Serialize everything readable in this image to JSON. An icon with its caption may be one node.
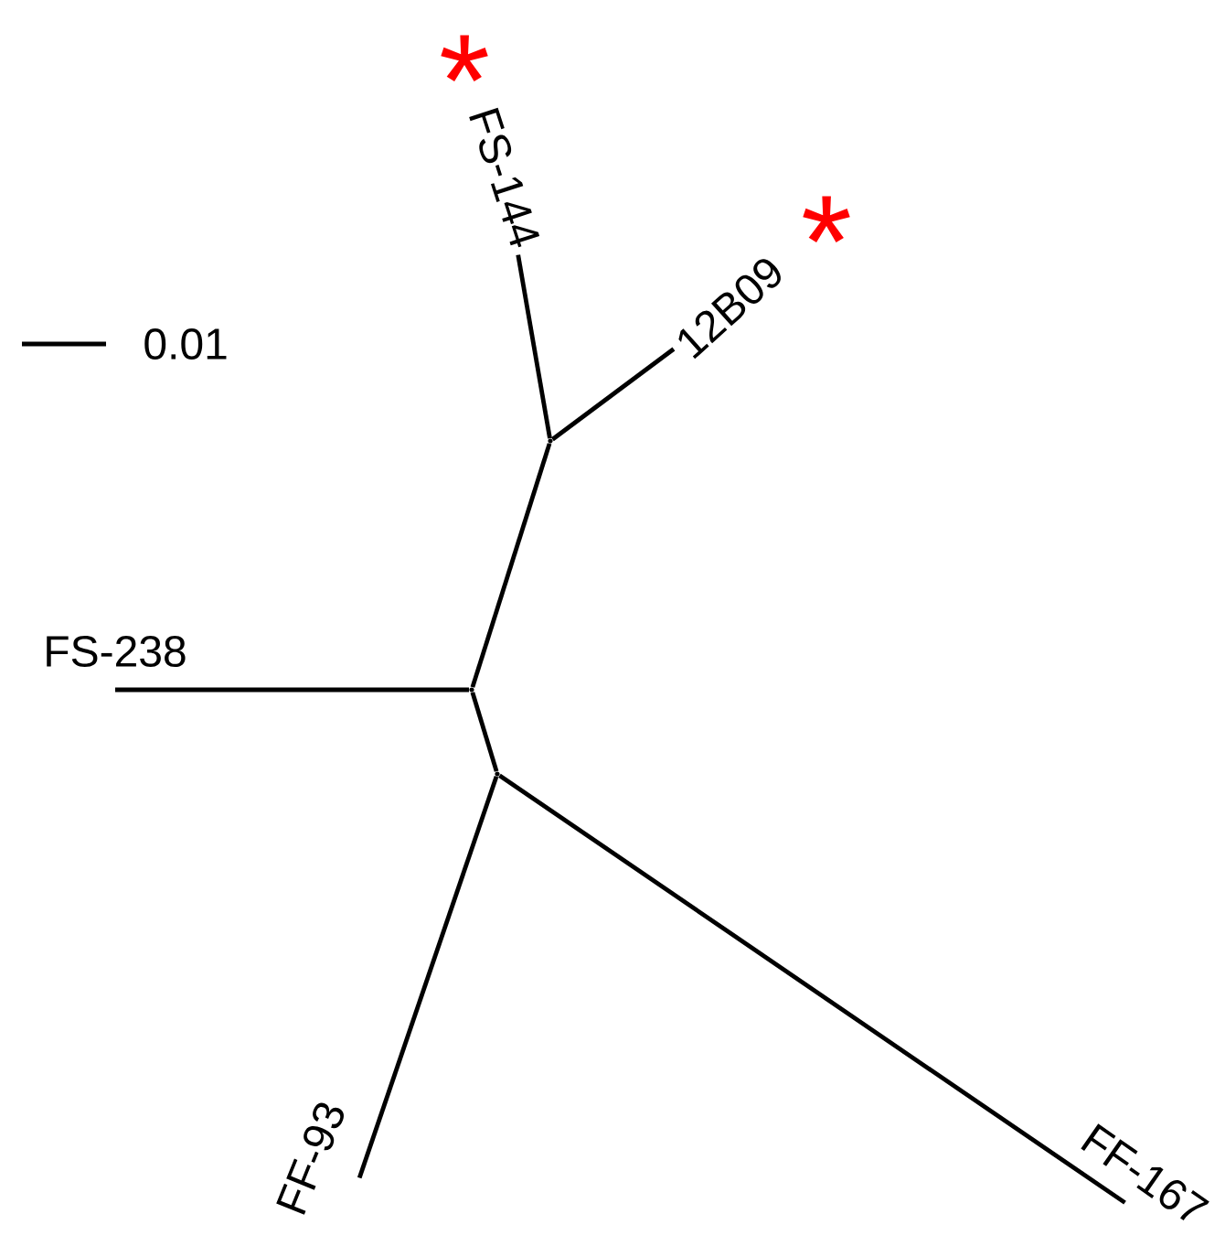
{
  "diagram": {
    "nodes": [
      {
        "text": [
          "FS-144"
        ],
        "beside": [
          "*"
        ]
      },
      {
        "text": [
          "12B09"
        ],
        "beside": [
          "*"
        ]
      },
      {
        "text": [],
        "shape": "point"
      },
      {
        "text": [
          "FS-238"
        ]
      },
      {
        "text": [],
        "shape": "point"
      },
      {
        "text": [],
        "shape": "point"
      },
      {
        "text": [
          "FF-93"
        ]
      },
      {
        "text": [
          "FF-167"
        ]
      }
    ],
    "edges": [
      {
        "from": 2,
        "to": 0,
        "arrow": "none"
      },
      {
        "from": 2,
        "to": 1,
        "arrow": "none"
      },
      {
        "from": 4,
        "to": 2,
        "arrow": "none"
      },
      {
        "from": 4,
        "to": 3,
        "arrow": "none"
      },
      {
        "from": 4,
        "to": 5,
        "arrow": "none"
      },
      {
        "from": 5,
        "to": 6,
        "arrow": "none"
      },
      {
        "from": 5,
        "to": 7,
        "arrow": "none"
      }
    ],
    "labels": [
      "0.01"
    ]
  }
}
